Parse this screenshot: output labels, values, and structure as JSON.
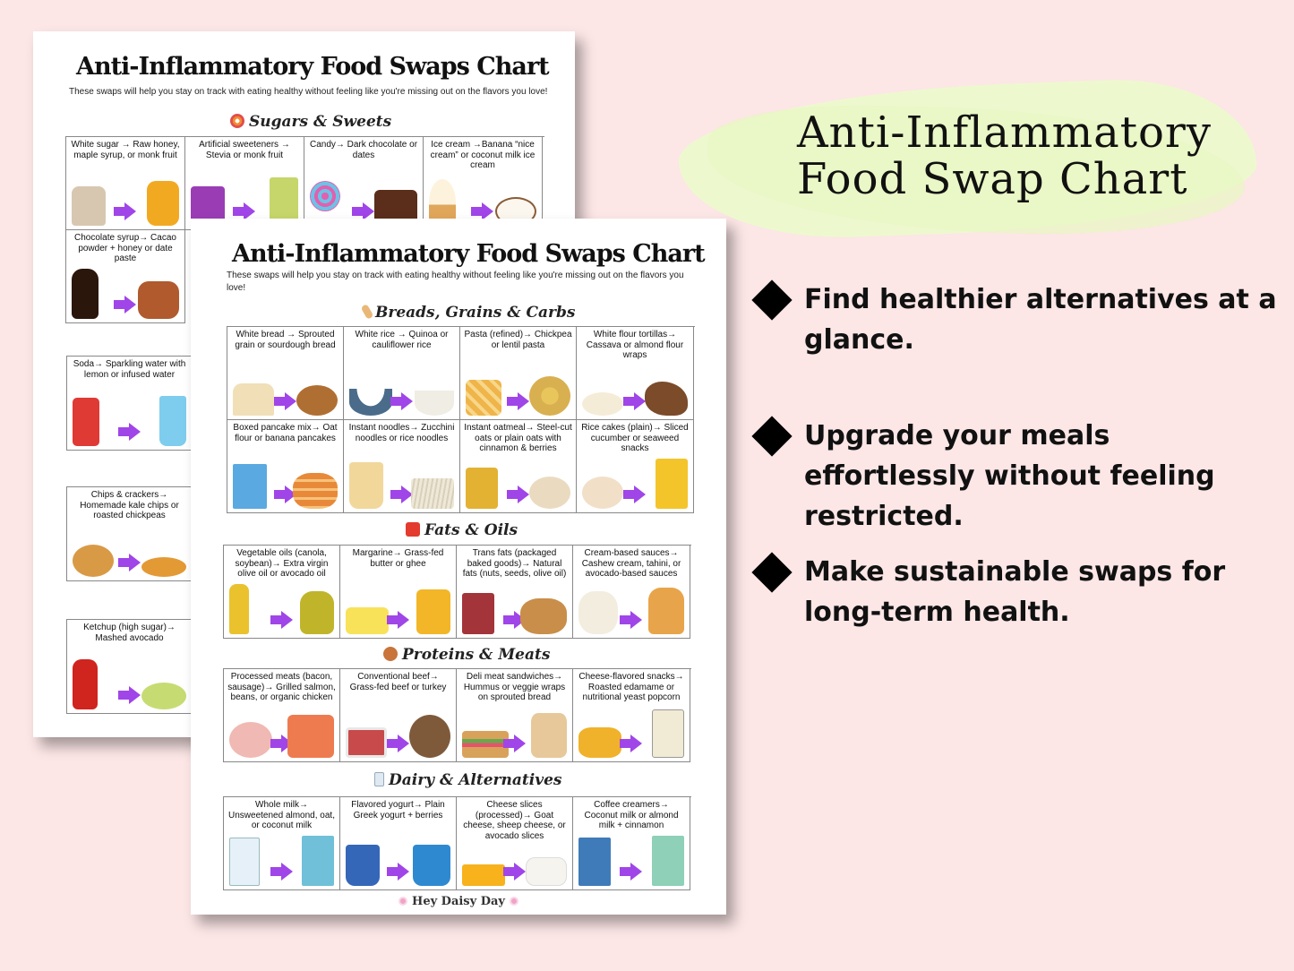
{
  "colors": {
    "background": "#fce6e6",
    "accent_arrow": "#a045e8",
    "brush": "#eef8cf",
    "text": "#111111"
  },
  "back_sheet": {
    "title": "Anti-Inflammatory Food Swaps Chart",
    "intro": "These swaps will help you stay on track with eating healthy without feeling like you're missing out on the flavors you love!",
    "sections": [
      {
        "heading": "Sugars & Sweets",
        "icon": "lollipop-icon",
        "items": [
          {
            "text": "White sugar → Raw honey, maple syrup, or monk fruit",
            "from": "sugar-bag",
            "to": "honey-jar"
          },
          {
            "text": "Artificial sweeteners → Stevia or monk fruit",
            "from": "sweetener-packet",
            "to": "stevia-bag"
          },
          {
            "text": "Candy→ Dark chocolate or dates",
            "from": "lollipop",
            "to": "chocolate-dates"
          },
          {
            "text": "Ice cream →Banana “nice cream” or coconut milk ice cream",
            "from": "ice-cream-cone",
            "to": "coconut-ice-cream"
          },
          {
            "text": "Chocolate syrup→ Cacao powder + honey or date paste",
            "from": "chocolate-syrup",
            "to": "cacao-honey"
          }
        ]
      }
    ],
    "side_items": [
      {
        "text": "Soda→ Sparkling water with lemon or infused water",
        "from": "soda-can",
        "to": "lemon-water"
      },
      {
        "text": "Chips & crackers→ Homemade kale chips or roasted chickpeas",
        "from": "crackers",
        "to": "roasted-chickpeas"
      },
      {
        "text": "Ketchup (high sugar)→ Mashed avocado",
        "from": "ketchup-bottle",
        "to": "mashed-avocado"
      }
    ]
  },
  "front_sheet": {
    "title": "Anti-Inflammatory Food Swaps Chart",
    "intro": "These swaps will help you stay on track with eating healthy without feeling like you're missing out on the flavors you love!",
    "sections": [
      {
        "heading": "Breads, Grains & Carbs",
        "icon": "bread-icon",
        "items": [
          {
            "text": "White bread → Sprouted grain or sourdough bread",
            "from": "white-bread",
            "to": "sourdough-loaf"
          },
          {
            "text": "White rice → Quinoa or cauliflower rice",
            "from": "rice-bowl",
            "to": "quinoa-bowl"
          },
          {
            "text": "Pasta (refined)→ Chickpea or lentil pasta",
            "from": "penne-pasta",
            "to": "chickpea-pasta"
          },
          {
            "text": "White flour tortillas→ Cassava or almond flour wraps",
            "from": "tortillas",
            "to": "cassava-root"
          },
          {
            "text": "Boxed pancake mix→ Oat flour or banana pancakes",
            "from": "pancake-mix-box",
            "to": "pancake-stack"
          },
          {
            "text": "Instant noodles→ Zucchini noodles or rice noodles",
            "from": "noodle-cup",
            "to": "rice-noodles"
          },
          {
            "text": "Instant oatmeal→ Steel-cut oats or plain oats with cinnamon & berries",
            "from": "oatmeal-canister",
            "to": "steel-cut-oats"
          },
          {
            "text": "Rice cakes (plain)→ Sliced cucumber or seaweed snacks",
            "from": "rice-cakes",
            "to": "seaweed-snack"
          }
        ]
      },
      {
        "heading": "Fats & Oils",
        "icon": "fries-icon",
        "items": [
          {
            "text": "Vegetable oils (canola, soybean)→ Extra virgin olive oil or avocado oil",
            "from": "oil-bottle",
            "to": "olive-oil"
          },
          {
            "text": "Margarine→ Grass-fed butter or ghee",
            "from": "margarine-tub",
            "to": "ghee-jar"
          },
          {
            "text": "Trans fats (packaged baked goods)→ Natural fats (nuts, seeds, olive oil)",
            "from": "packaged-muffin",
            "to": "mixed-nuts"
          },
          {
            "text": "Cream-based sauces→ Cashew cream, tahini, or avocado-based sauces",
            "from": "cream-sauce",
            "to": "tahini-jar"
          }
        ]
      },
      {
        "heading": "Proteins & Meats",
        "icon": "drumstick-icon",
        "items": [
          {
            "text": "Processed meats (bacon, sausage)→ Grilled salmon, beans, or organic chicken",
            "from": "ham-slices",
            "to": "salmon-beans"
          },
          {
            "text": "Conventional beef→ Grass-fed beef or turkey",
            "from": "beef-package",
            "to": "grass-fed-cow"
          },
          {
            "text": "Deli meat sandwiches→ Hummus or veggie wraps on sprouted bread",
            "from": "sandwich",
            "to": "veggie-wrap"
          },
          {
            "text": "Cheese-flavored snacks→ Roasted edamame or nutritional yeast popcorn",
            "from": "cheese-crackers",
            "to": "yeast-bag"
          }
        ]
      },
      {
        "heading": "Dairy & Alternatives",
        "icon": "milk-glass-icon",
        "items": [
          {
            "text": "Whole milk→ Unsweetened almond, oat, or coconut milk",
            "from": "milk-carton",
            "to": "coconut-milk"
          },
          {
            "text": "Flavored yogurt→ Plain Greek yogurt + berries",
            "from": "yogurt-cup",
            "to": "greek-yogurt"
          },
          {
            "text": "Cheese slices (processed)→ Goat cheese, sheep cheese, or avocado slices",
            "from": "cheese-slice",
            "to": "goat-cheese"
          },
          {
            "text": "Coffee creamers→ Coconut milk or almond milk + cinnamon",
            "from": "creamer-carton",
            "to": "almond-milk"
          }
        ]
      }
    ],
    "brand": "Hey Daisy Day"
  },
  "promo": {
    "headline_line1": "Anti-Inflammatory",
    "headline_line2": "Food Swap Chart",
    "bullets": [
      "Find healthier alternatives at a glance.",
      "Upgrade your meals effortlessly without feeling restricted.",
      "Make sustainable swaps for long-term health."
    ]
  }
}
